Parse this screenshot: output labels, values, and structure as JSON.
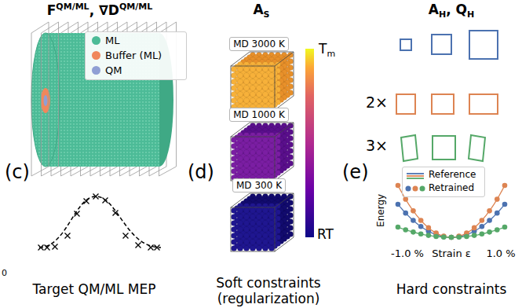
{
  "diagram": {
    "nodes": [
      {
        "text": [
          "MD 3000 K"
        ]
      },
      {
        "text": [
          "MD 1000 K"
        ]
      },
      {
        "text": [
          "MD 300 K"
        ]
      }
    ],
    "labels": [
      "F",
      "QM/ML",
      ", ∇D",
      "QM/ML",
      "A",
      "S",
      "A",
      "H",
      ", Q",
      "H",
      "(c)",
      "(d)",
      "(e)",
      "T",
      "m",
      "RT",
      "2×",
      "3×",
      "Energy",
      "-1.0 %",
      "Strain ε",
      "1.0 %",
      "0",
      "Target QM/ML MEP",
      "Soft constraints (regularization)",
      "Hard constraints"
    ],
    "legend": [
      {
        "text": "ML",
        "color": "#4cbb97"
      },
      {
        "text": "Buffer (ML)",
        "color": "#f0875c"
      },
      {
        "text": "QM",
        "color": "#8f9fd4"
      },
      {
        "text": "Reference"
      },
      {
        "text": "Retrained"
      }
    ]
  }
}
